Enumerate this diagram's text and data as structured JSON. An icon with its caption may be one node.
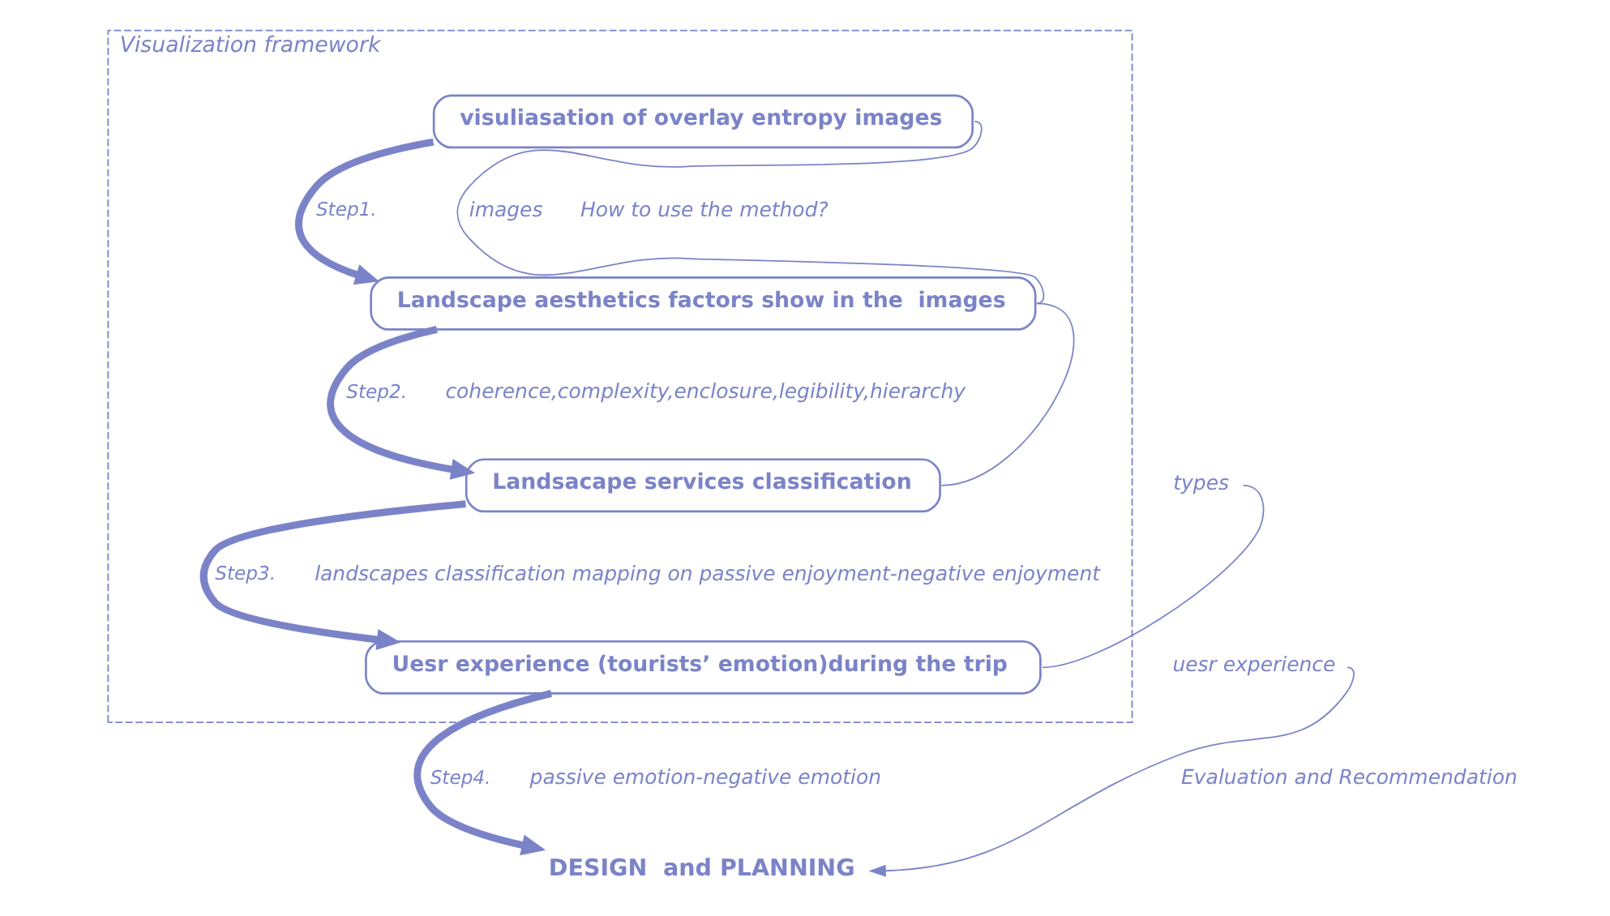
{
  "diagram": {
    "nodes": [
      {
        "text": [
          "Visualization framework"
        ]
      },
      {
        "text": [
          "visuliasation of overlay entropy images"
        ],
        "in": 0
      },
      {
        "text": [
          "Landscape aesthetics factors show in the  images"
        ],
        "in": 0
      },
      {
        "text": [
          "Landsacape services classification"
        ],
        "in": 0
      },
      {
        "text": [
          "Uesr experience (tourists’ emotion)during the trip"
        ],
        "in": 0
      },
      {
        "text": [
          "DESIGN  and PLANNING"
        ]
      },
      {
        "text": [
          "types"
        ]
      },
      {
        "text": [
          "uesr experience"
        ]
      }
    ],
    "edges": [
      {
        "from": 1,
        "to": 2,
        "arrow": "to",
        "label": "Step1.",
        "style": "thick"
      },
      {
        "from": 2,
        "to": 3,
        "arrow": "to",
        "label": "Step2.",
        "style": "thick"
      },
      {
        "from": 3,
        "to": 4,
        "arrow": "to",
        "label": "Step3.",
        "style": "thick"
      },
      {
        "from": 4,
        "to": 5,
        "arrow": "to",
        "label": "Step4.",
        "style": "thick"
      },
      {
        "from": 1,
        "to": 2,
        "arrow": "none",
        "label": "images"
      },
      {
        "from": 3,
        "to": 2,
        "arrow": "none"
      },
      {
        "from": 6,
        "to": 4,
        "arrow": "none"
      },
      {
        "from": 7,
        "to": 5,
        "arrow": "to",
        "label": "Evaluation and Recommendation"
      }
    ],
    "labels": [
      "How to use the method?",
      "coherence,complexity,enclosure,legibility,hierarchy",
      "landscapes classification mapping on passive enjoyment-negative enjoyment",
      "passive emotion-negative emotion"
    ]
  }
}
